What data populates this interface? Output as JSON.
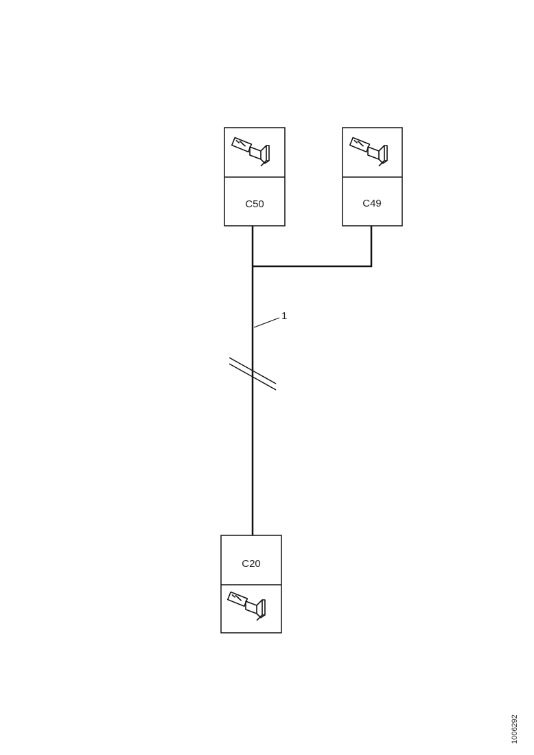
{
  "connectors": [
    {
      "id": "c50",
      "label": "C50"
    },
    {
      "id": "c49",
      "label": "C49"
    },
    {
      "id": "c20",
      "label": "C20"
    }
  ],
  "callout": {
    "label": "1"
  },
  "reference_code": "1006292"
}
